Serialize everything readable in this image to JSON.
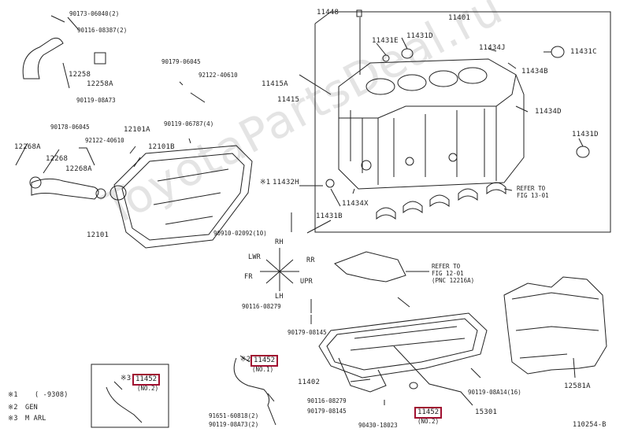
{
  "watermark": "ToyotaPartsDeal.ru",
  "diagram_id": "110254-B",
  "legend": {
    "l1_mark": "※1",
    "l1_text": "(  -9308)",
    "l2_mark": "※2",
    "l2_text": "GEN",
    "l3_mark": "※3",
    "l3_text": "M ARL"
  },
  "labels": {
    "p_90173_06040": "90173-06040(2)",
    "p_90116_08387": "90116-08387(2)",
    "p_12258": "12258",
    "p_12258A": "12258A",
    "p_90119_08473": "90119-08A73",
    "p_90179_06045_top": "90179-06045",
    "p_92122_40610": "92122-40610",
    "p_90119_06787": "90119-06787(4)",
    "p_90178_06045": "90178-06045",
    "p_12101A": "12101A",
    "p_92122_40610b": "92122-40610",
    "p_12101B": "12101B",
    "p_12268A_top": "12268A",
    "p_12268": "12268",
    "p_12268A_mid": "12268A",
    "p_12101": "12101",
    "p_11448": "11448",
    "p_11401": "11401",
    "p_11431E": "11431E",
    "p_11431D_top": "11431D",
    "p_11434J": "11434J",
    "p_11431C": "11431C",
    "p_11434B": "11434B",
    "p_11415A": "11415A",
    "p_11415": "11415",
    "p_11434D": "11434D",
    "p_11431D_right": "11431D",
    "p_11432H_mark": "※1",
    "p_11432H": "11432H",
    "p_11434X": "11434X",
    "p_11431B": "11431B",
    "p_refer_13": "REFER TO",
    "p_refer_13b": "FIG 13-01",
    "p_90910_02092": "90910-02092(10)",
    "dir_rh": "RH",
    "dir_lwr": "LWR",
    "dir_rr": "RR",
    "dir_fr": "FR",
    "dir_upr": "UPR",
    "dir_lh": "LH",
    "p_refer_12": "REFER TO",
    "p_refer_12b": "FIG 12-01",
    "p_refer_12c": "(PNC 12216A)",
    "p_90116_08279_a": "90116-08279",
    "p_90179_08145_a": "90179-08145",
    "p_11402": "11402",
    "p_90119_08A14": "90119-08A14(16)",
    "p_12581A": "12581A",
    "p_11452_mid_mark": "※2",
    "p_11452_mid": "11452",
    "p_11452_mid_sub": "(NO.1)",
    "p_11452_left_mark": "※3",
    "p_11452_left": "11452",
    "p_11452_left_sub": "(NO.2)",
    "p_11452_bot": "11452",
    "p_11452_bot_sub": "(NO.2)",
    "p_90116_08279_b": "90116-08279",
    "p_90179_08145_b": "90179-08145",
    "p_90430_18023": "90430-18023",
    "p_15301": "15301",
    "p_90105_06818": "91651-60818(2)",
    "p_90119_08473b": "90119-08A73(2)"
  },
  "colors": {
    "highlight": "#a01030",
    "line": "#222222",
    "watermark": "#e4e4e4"
  }
}
